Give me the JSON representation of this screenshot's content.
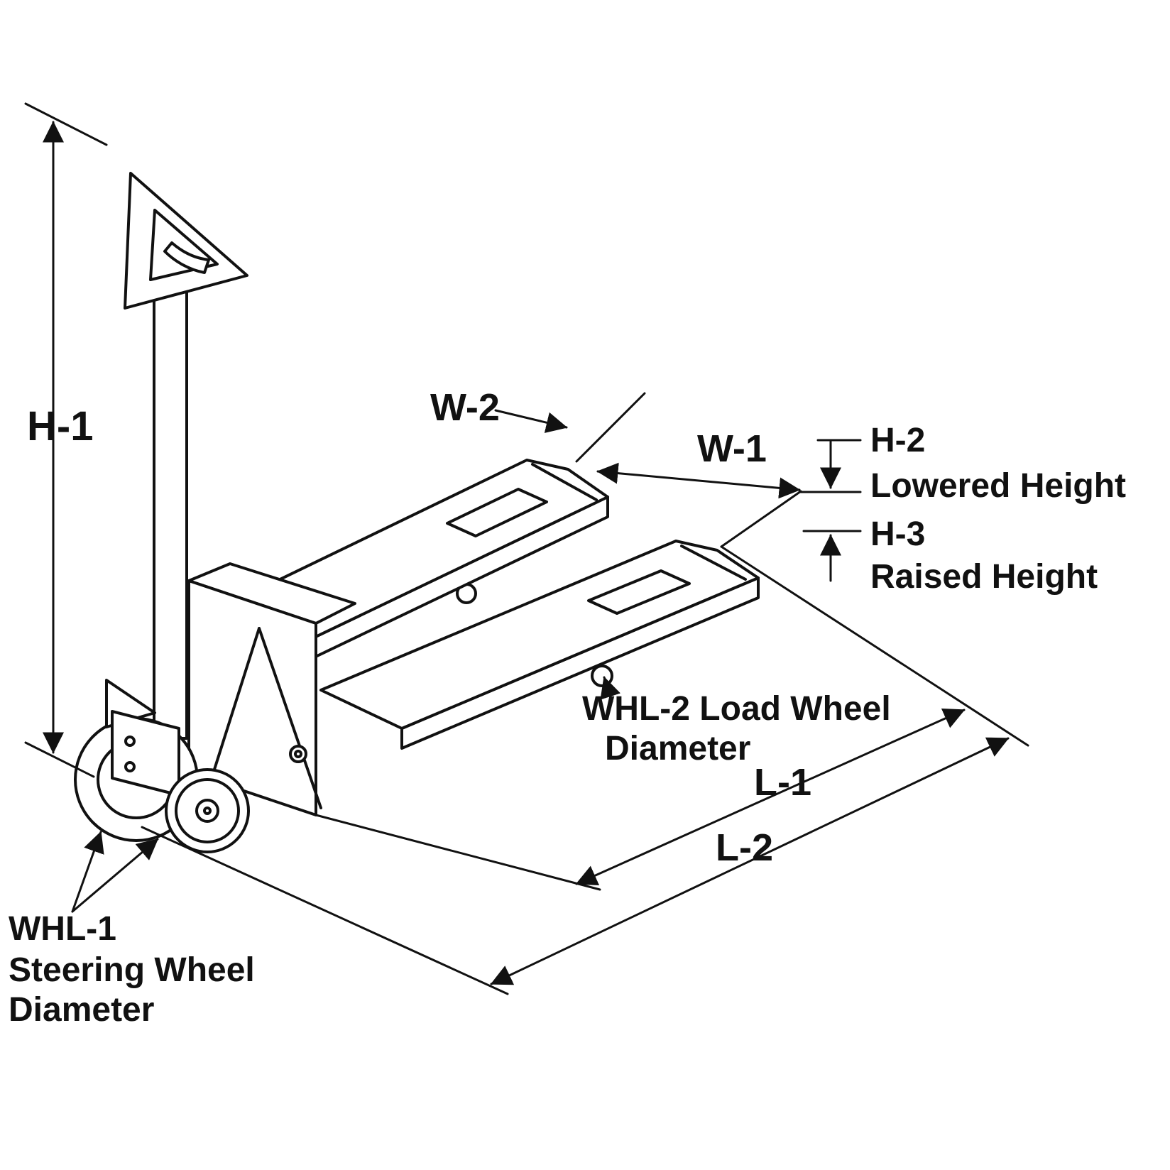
{
  "diagram": {
    "labels": {
      "h1": "H-1",
      "w2": "W-2",
      "w1": "W-1",
      "h2": "H-2",
      "h2_desc": "Lowered Height",
      "h3": "H-3",
      "h3_desc": "Raised Height",
      "whl2_line1": "WHL-2 Load Wheel",
      "whl2_line2": "Diameter",
      "l1": "L-1",
      "l2": "L-2",
      "whl1_line1": "WHL-1",
      "whl1_line2": "Steering Wheel",
      "whl1_line3": "Diameter"
    },
    "colors": {
      "line": "#111111",
      "background": "#ffffff"
    }
  }
}
